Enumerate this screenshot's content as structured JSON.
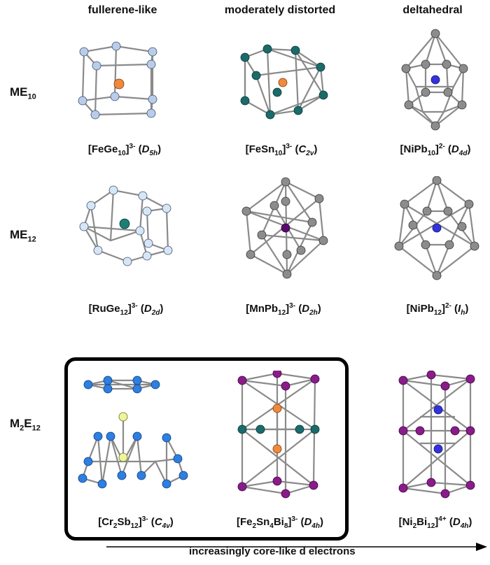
{
  "columns": [
    "fullerene-like",
    "moderately distorted",
    "deltahedral"
  ],
  "rows": [
    {
      "label": "ME",
      "sub": "10"
    },
    {
      "label": "ME",
      "sub": "12"
    },
    {
      "label": "M",
      "sub1": "2",
      "label2": "E",
      "sub": "12"
    }
  ],
  "captions": {
    "feGe10": {
      "pre": "[FeGe",
      "sub": "10",
      "post": "]",
      "sup": "3-",
      "pg": "D",
      "pgsub": "5h"
    },
    "feSn10": {
      "pre": "[FeSn",
      "sub": "10",
      "post": "]",
      "sup": "3-",
      "pg": "C",
      "pgsub": "2v"
    },
    "niPb10": {
      "pre": "[NiPb",
      "sub": "10",
      "post": "]",
      "sup": "2-",
      "pg": "D",
      "pgsub": "4d"
    },
    "ruGe12": {
      "pre": "[RuGe",
      "sub": "12",
      "post": "]",
      "sup": "3-",
      "pg": "D",
      "pgsub": "2d"
    },
    "mnPb12": {
      "pre": "[MnPb",
      "sub": "12",
      "post": "]",
      "sup": "3-",
      "pg": "D",
      "pgsub": "2h"
    },
    "niPb12": {
      "pre": "[NiPb",
      "sub": "12",
      "post": "]",
      "sup": "2-",
      "pg": "I",
      "pgsub": "h"
    },
    "cr2Sb12": {
      "pre": "[Cr",
      "sub1": "2",
      "mid": "Sb",
      "sub": "12",
      "post": "]",
      "sup": "3-",
      "pg": "C",
      "pgsub": "4v"
    },
    "fe2Sn4Bi8": {
      "pre": "[Fe",
      "sub1": "2",
      "mid": "Sn",
      "sub2": "4",
      "mid2": "Bi",
      "sub": "8",
      "post": "]",
      "sup": "3-",
      "pg": "D",
      "pgsub": "4h"
    },
    "ni2Bi12": {
      "pre": "[Ni",
      "sub1": "2",
      "mid": "Bi",
      "sub": "12",
      "post": "]",
      "sup": "4+",
      "pg": "D",
      "pgsub": "4h"
    }
  },
  "axis_label": "increasingly core-like d electrons",
  "colors": {
    "ge": "#b9cdea",
    "sn": "#1a6b6b",
    "pb": "#8c8c8c",
    "fe": "#f08a3a",
    "ni": "#3333dd",
    "ru": "#1c7e76",
    "mn": "#5a0a6e",
    "sb": "#2d7fe0",
    "cr": "#eef59a",
    "bi": "#8a1c8a"
  }
}
